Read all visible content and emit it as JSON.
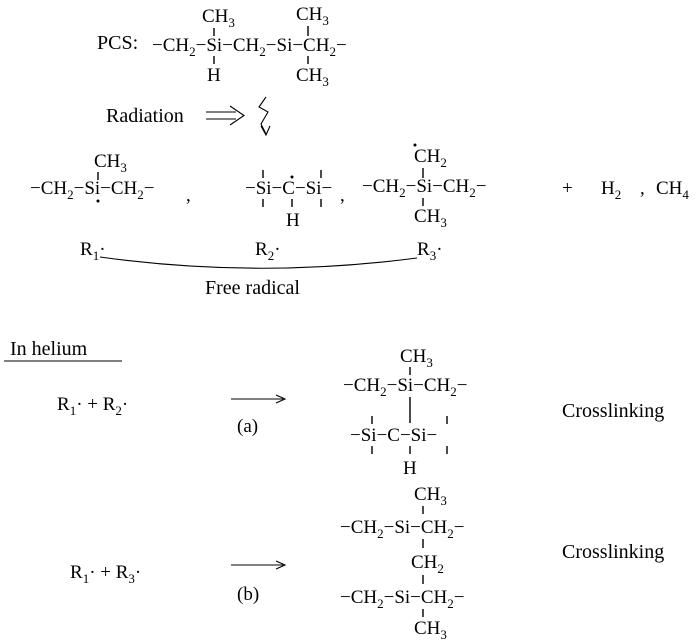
{
  "pcs": {
    "label": "PCS:",
    "ch3_top_1": "CH3",
    "ch3_top_2": "CH3",
    "ch3_bottom_2": "CH3",
    "h_bottom_1": "H",
    "chain": "−CH2−Si−CH2−Si−CH2−"
  },
  "radiation": {
    "label": "Radiation"
  },
  "radicals": {
    "r1": {
      "label": "R1·",
      "ch3": "CH3",
      "chain": "−CH2−Si−CH2−"
    },
    "r2": {
      "label": "R2·",
      "chain": "−Si−C−Si−",
      "h": "H"
    },
    "r3": {
      "label": "R3·",
      "ch2": "CH2",
      "ch3": "CH3",
      "chain": "−CH2−Si−CH2−"
    },
    "separator_1": ",",
    "separator_2": ",",
    "plus": "+",
    "h2": "H2",
    "comma": ",",
    "ch4": "CH4",
    "group_label": "Free radical"
  },
  "helium": {
    "heading": "In helium",
    "reaction_a": {
      "reactants": "R1· + R2·",
      "tag": "(a)",
      "product_top_ch3": "CH3",
      "product_top_chain": "−CH2−Si−CH2−",
      "product_bottom_chain": "−Si−C−Si−",
      "product_bottom_h": "H",
      "result": "Crosslinking"
    },
    "reaction_b": {
      "reactants": "R1· + R3·",
      "tag": "(b)",
      "product_top_ch3": "CH3",
      "product_top_chain": "−CH2−Si−CH2−",
      "product_mid_ch2": "CH2",
      "product_bottom_chain": "−CH2−Si−CH2−",
      "product_bottom_ch3": "CH3",
      "result": "Crosslinking"
    }
  }
}
